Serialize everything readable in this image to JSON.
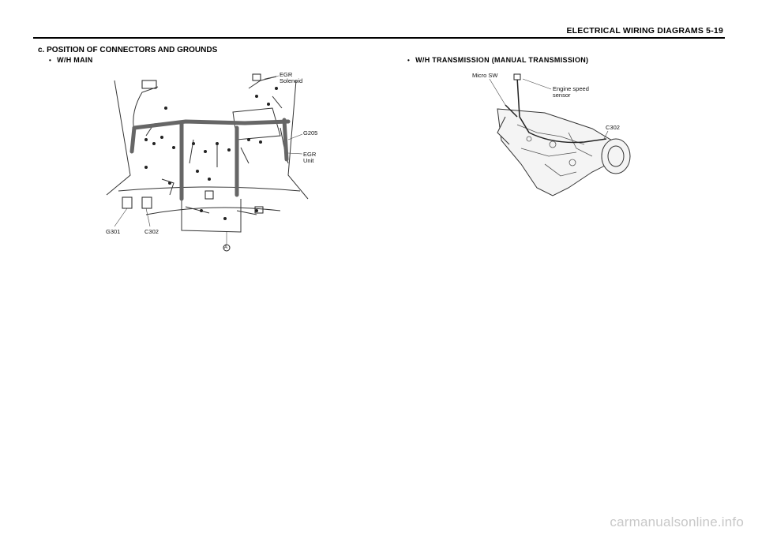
{
  "header": {
    "title": "ELECTRICAL WIRING DIAGRAMS  5-19"
  },
  "section": {
    "title": "c. POSITION OF CONNECTORS AND GROUNDS"
  },
  "left_diagram": {
    "caption": "W/H MAIN",
    "labels": {
      "egr_solenoid": "EGR\nSolenoid",
      "g205": "G205",
      "egr_unit": "EGR\nUnit",
      "g301": "G301",
      "c302": "C302",
      "marker": "A"
    }
  },
  "right_diagram": {
    "caption": "W/H TRANSMISSION (MANUAL TRANSMISSION)",
    "labels": {
      "micro_sw": "Micro SW",
      "engine_speed_sensor": "Engine speed\nsensor",
      "c302": "C302"
    }
  },
  "watermark": "carmanualsonline.info"
}
